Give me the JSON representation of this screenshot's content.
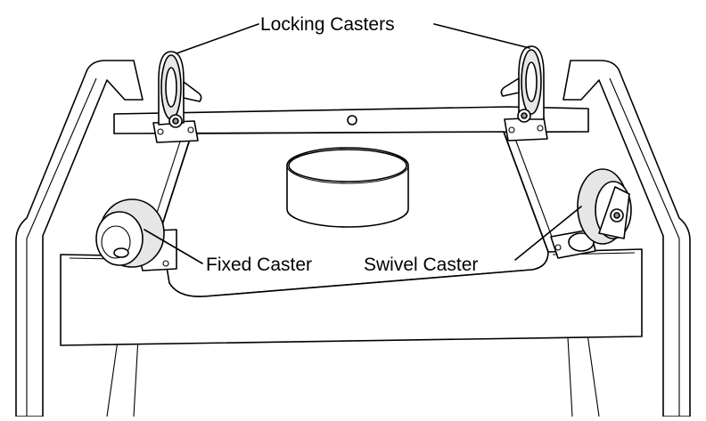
{
  "labels": {
    "locking_casters": "Locking Casters",
    "fixed_caster": "Fixed Caster",
    "swivel_caster": "Swivel Caster"
  },
  "colors": {
    "line": "#000000",
    "background": "#ffffff",
    "wheel_tread": "#e6e6e6"
  }
}
